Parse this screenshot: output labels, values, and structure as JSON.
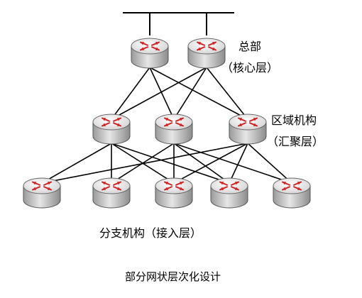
{
  "labels": {
    "hq": "总部",
    "core": "（核心层）",
    "region": "区域机构",
    "aggregation": "（汇聚层）",
    "branch": "分支机构（接入层）"
  },
  "caption": "部分网状层次化设计",
  "layers": [
    {
      "name": "core",
      "router_count": 2
    },
    {
      "name": "aggregation",
      "router_count": 3
    },
    {
      "name": "access",
      "router_count": 5
    }
  ],
  "links": {
    "core_to_aggregation": [
      [
        0,
        0
      ],
      [
        0,
        1
      ],
      [
        0,
        2
      ],
      [
        1,
        0
      ],
      [
        1,
        1
      ],
      [
        1,
        2
      ]
    ],
    "aggregation_to_access": [
      [
        0,
        0
      ],
      [
        0,
        1
      ],
      [
        0,
        2
      ],
      [
        0,
        3
      ],
      [
        1,
        1
      ],
      [
        1,
        2
      ],
      [
        1,
        3
      ],
      [
        1,
        4
      ],
      [
        2,
        0
      ],
      [
        2,
        2
      ],
      [
        2,
        3
      ],
      [
        2,
        4
      ]
    ]
  },
  "colors": {
    "router_body": "#d8d8d8",
    "router_top": "#f4f4f4",
    "arrow": "#d42020",
    "line": "#000000"
  }
}
